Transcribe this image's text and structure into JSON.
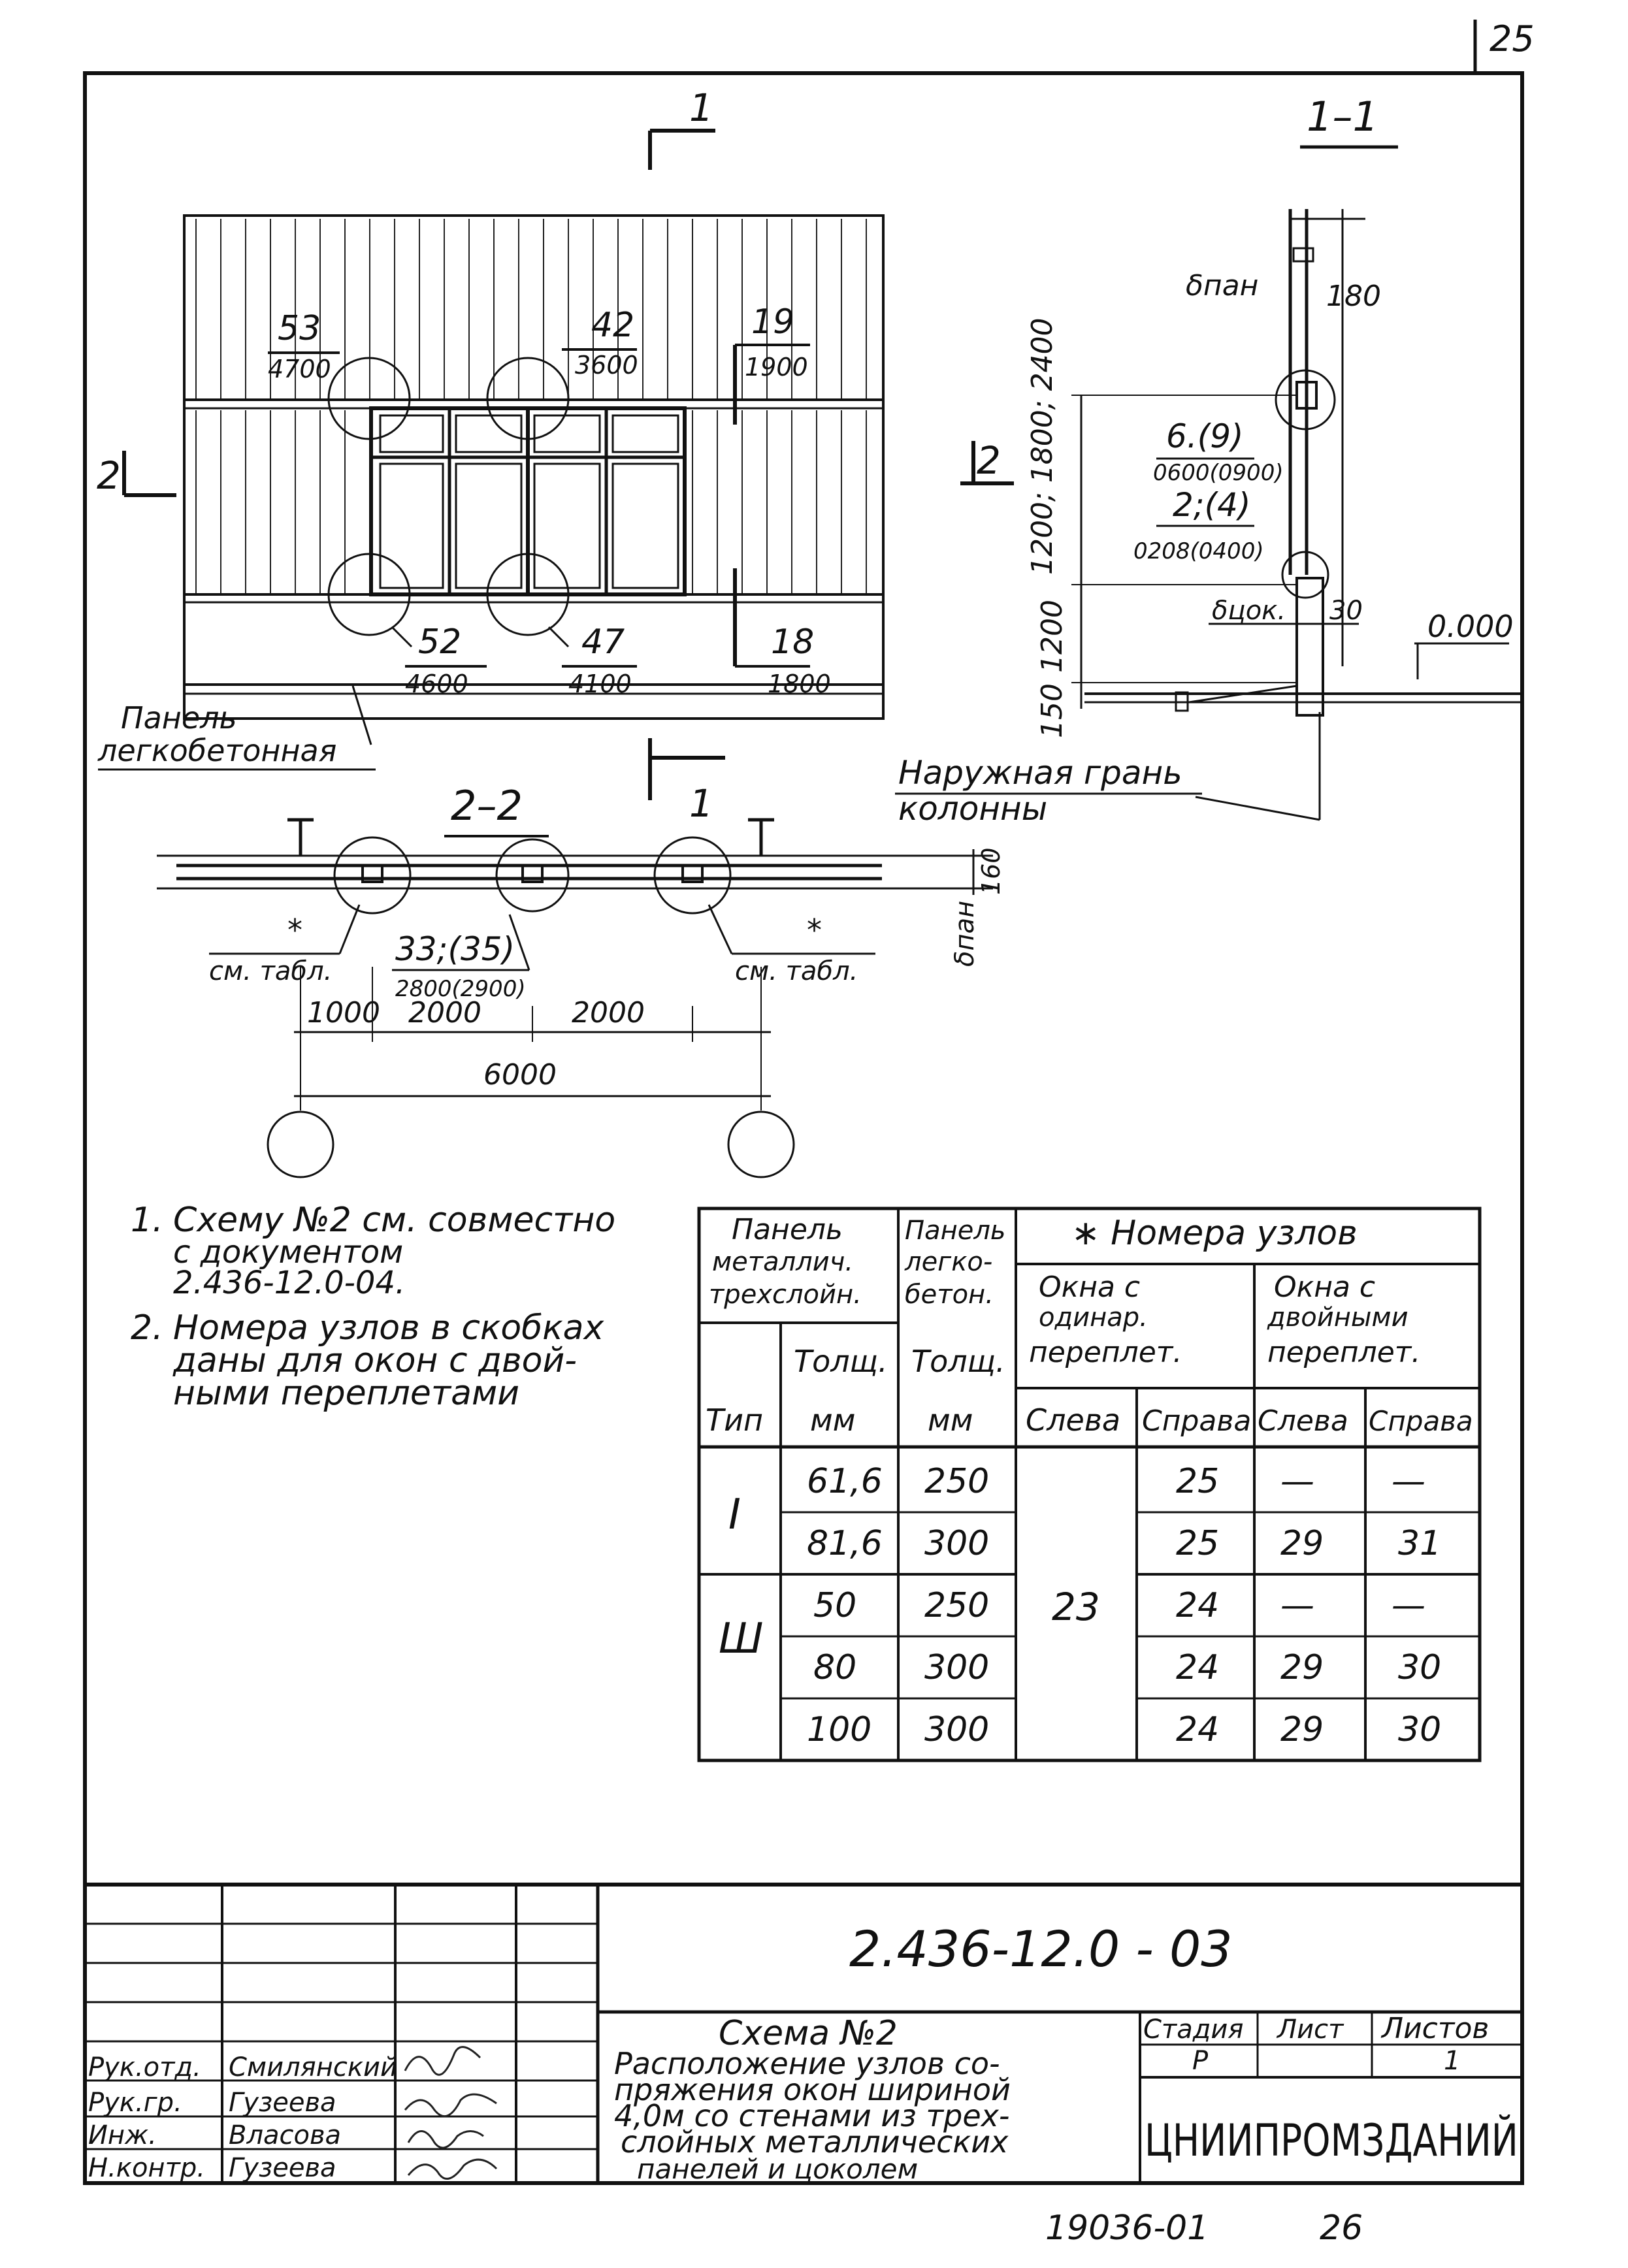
{
  "page_number": "25",
  "section_1_label": "1",
  "section_1_1_title": "1–1",
  "section_2_label": "2",
  "section_2_2_title": "2–2",
  "elevation_nodes": [
    {
      "num": "53",
      "width": "4700"
    },
    {
      "num": "42",
      "width": "3600"
    },
    {
      "num": "19",
      "width": "1900"
    },
    {
      "num": "52",
      "width": "4600"
    },
    {
      "num": "47",
      "width": "4100"
    },
    {
      "num": "18",
      "width": "1800"
    }
  ],
  "panel_label_line1": "Панель",
  "panel_label_line2": "легкобетонная",
  "section_1_1": {
    "dim_top": "180",
    "label_panel": "δпан",
    "node_upper": "6.(9)",
    "node_upper_w": "0600(0900)",
    "node_lower": "2;(4)",
    "node_lower_w": "0208(0400)",
    "label_plinth": "δцок.",
    "dim_plinth": "30",
    "level": "0.000",
    "dim_vert_1": "1200; 1800; 2400",
    "dim_vert_2": "1200",
    "dim_vert_3": "150"
  },
  "outer_face_line1": "Наружная грань",
  "outer_face_line2": "колонны",
  "section_2_2": {
    "node_mid": "33;(35)",
    "node_mid_w": "2800(2900)",
    "see_table_left": "см. табл.",
    "see_table_right": "см. табл.",
    "asterisk": "*",
    "dim_160": "160",
    "label_panel_v": "δпан",
    "dim_1000": "1000",
    "dim_2000a": "2000",
    "dim_2000b": "2000",
    "dim_6000": "6000"
  },
  "notes": [
    {
      "num": "1.",
      "lines": [
        "Схему №2 см. совместно",
        "с документом",
        "2.436-12.0-04."
      ]
    },
    {
      "num": "2.",
      "lines": [
        "Номера узлов в скобках",
        "даны для окон с двой-",
        "ными переплетами"
      ]
    }
  ],
  "node_table": {
    "h_panel_metal": [
      "Панель",
      "металлич.",
      "трехслойн."
    ],
    "h_panel_light": [
      "Панель",
      "легко-",
      "бетон."
    ],
    "h_nodes": "∗ Номера узлов",
    "h_single": [
      "Окна с",
      "одинар.",
      "переплет."
    ],
    "h_double": [
      "Окна с",
      "двойными",
      "переплет."
    ],
    "h_thick": "Толщ.",
    "h_thick2": "Толщ.",
    "h_type": "Тип",
    "h_mm": "мм",
    "h_mm2": "мм",
    "h_left": "Слева",
    "h_right": "Справа",
    "h_left2": "Слева",
    "h_right2": "Справа",
    "type_1": "I",
    "type_3": "Ш",
    "common_left": "23",
    "rows": [
      {
        "thick": "61,6",
        "light": "250",
        "right": "25",
        "left2": "—",
        "right2": "—"
      },
      {
        "thick": "81,6",
        "light": "300",
        "right": "25",
        "left2": "29",
        "right2": "31"
      },
      {
        "thick": "50",
        "light": "250",
        "right": "24",
        "left2": "—",
        "right2": "—"
      },
      {
        "thick": "80",
        "light": "300",
        "right": "24",
        "left2": "29",
        "right2": "30"
      },
      {
        "thick": "100",
        "light": "300",
        "right": "24",
        "left2": "29",
        "right2": "30"
      }
    ]
  },
  "title_block": {
    "doc_code": "2.436-12.0 - 03",
    "roles": [
      {
        "role": "Рук.отд.",
        "name": "Смилянский"
      },
      {
        "role": "Рук.гр.",
        "name": "Гузеева"
      },
      {
        "role": "Инж.",
        "name": "Власова"
      },
      {
        "role": "Н.контр.",
        "name": "Гузеева"
      }
    ],
    "scheme_title": "Схема №2",
    "description": [
      "Расположение узлов со-",
      "пряжения окон шириной",
      "4,0м со стенами из трех-",
      "слойных металлических",
      "панелей и цоколем"
    ],
    "stage_label": "Стадия",
    "sheet_label": "Лист",
    "sheets_label": "Листов",
    "stage_value": "Р",
    "sheets_value": "1",
    "organization": "ЦНИИПРОМЗДАНИЙ"
  },
  "footer_code": "19036-01",
  "footer_num": "26"
}
